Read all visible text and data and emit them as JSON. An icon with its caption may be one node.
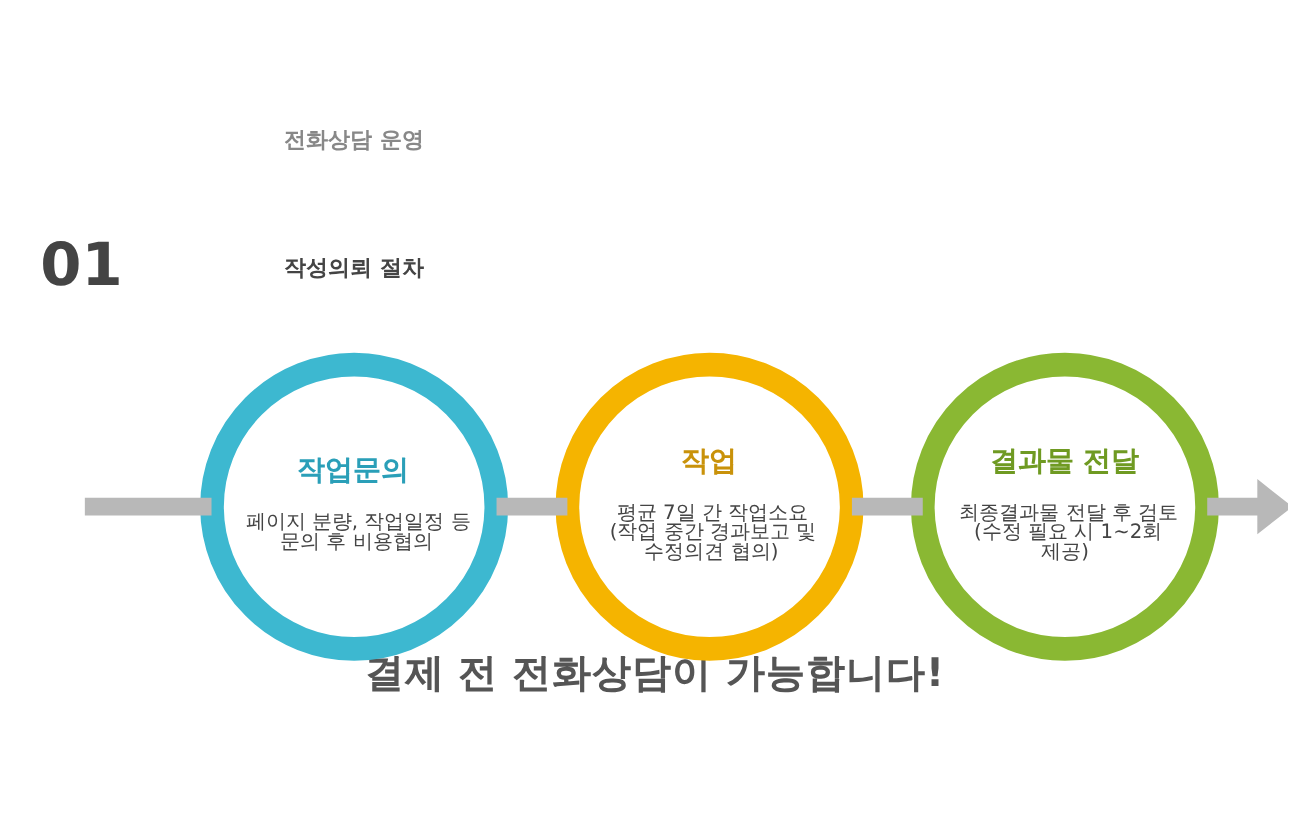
{
  "diagram": {
    "caption": "결제 전 전화상담이 가능합니다!",
    "nodes": [
      {
        "text": [
          "작업문의",
          "페이지 분량, 작업일정 등 문의 후 비용협의"
        ]
      },
      {
        "text": [
          "작업",
          "평균 7일 간 작업소요 (작업 중간 경과보고 및 수정의견 협의)"
        ]
      },
      {
        "text": [
          "결과물 전달",
          "최종결과물 전달 후 검토 (수정 필요 시 1~2회 제공)"
        ]
      }
    ],
    "edges": [
      {
        "from": null,
        "to": 0,
        "arrow": "none"
      },
      {
        "from": 0,
        "to": 1,
        "arrow": "none"
      },
      {
        "from": 1,
        "to": 2,
        "arrow": "none"
      },
      {
        "from": 2,
        "to": null,
        "arrow": "to"
      }
    ],
    "labels": [
      "01",
      "작성의뢰 절차",
      "전화상담 운영"
    ]
  }
}
